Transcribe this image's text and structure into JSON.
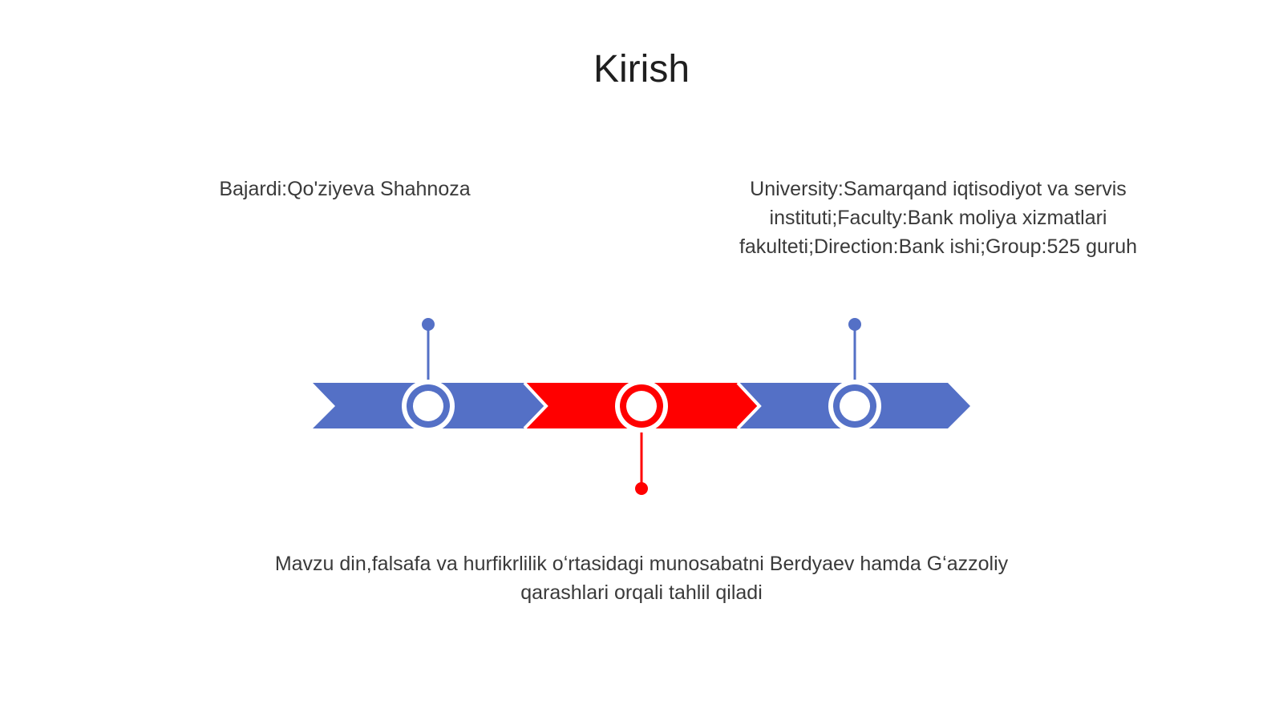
{
  "slide": {
    "title": "Kirish"
  },
  "timeline": {
    "colors": {
      "blue": "#5470c6",
      "red": "#ff0000",
      "ring_fill": "#ffffff"
    },
    "milestones": [
      {
        "id": "author",
        "label": "Bajardi:Qo'ziyeva Shahnoza",
        "color": "blue",
        "position": "above"
      },
      {
        "id": "topic",
        "label": "Mavzu din,falsafa va hurfikrlilik oʻrtasidagi munosabatni Berdyaev hamda Gʻazzoliy qarashlari orqali tahlil qiladi",
        "color": "red",
        "position": "below"
      },
      {
        "id": "institution",
        "label": "University:Samarqand iqtisodiyot va servis instituti;Faculty:Bank moliya xizmatlari fakulteti;Direction:Bank ishi;Group:525 guruh",
        "color": "blue",
        "position": "above"
      }
    ]
  }
}
